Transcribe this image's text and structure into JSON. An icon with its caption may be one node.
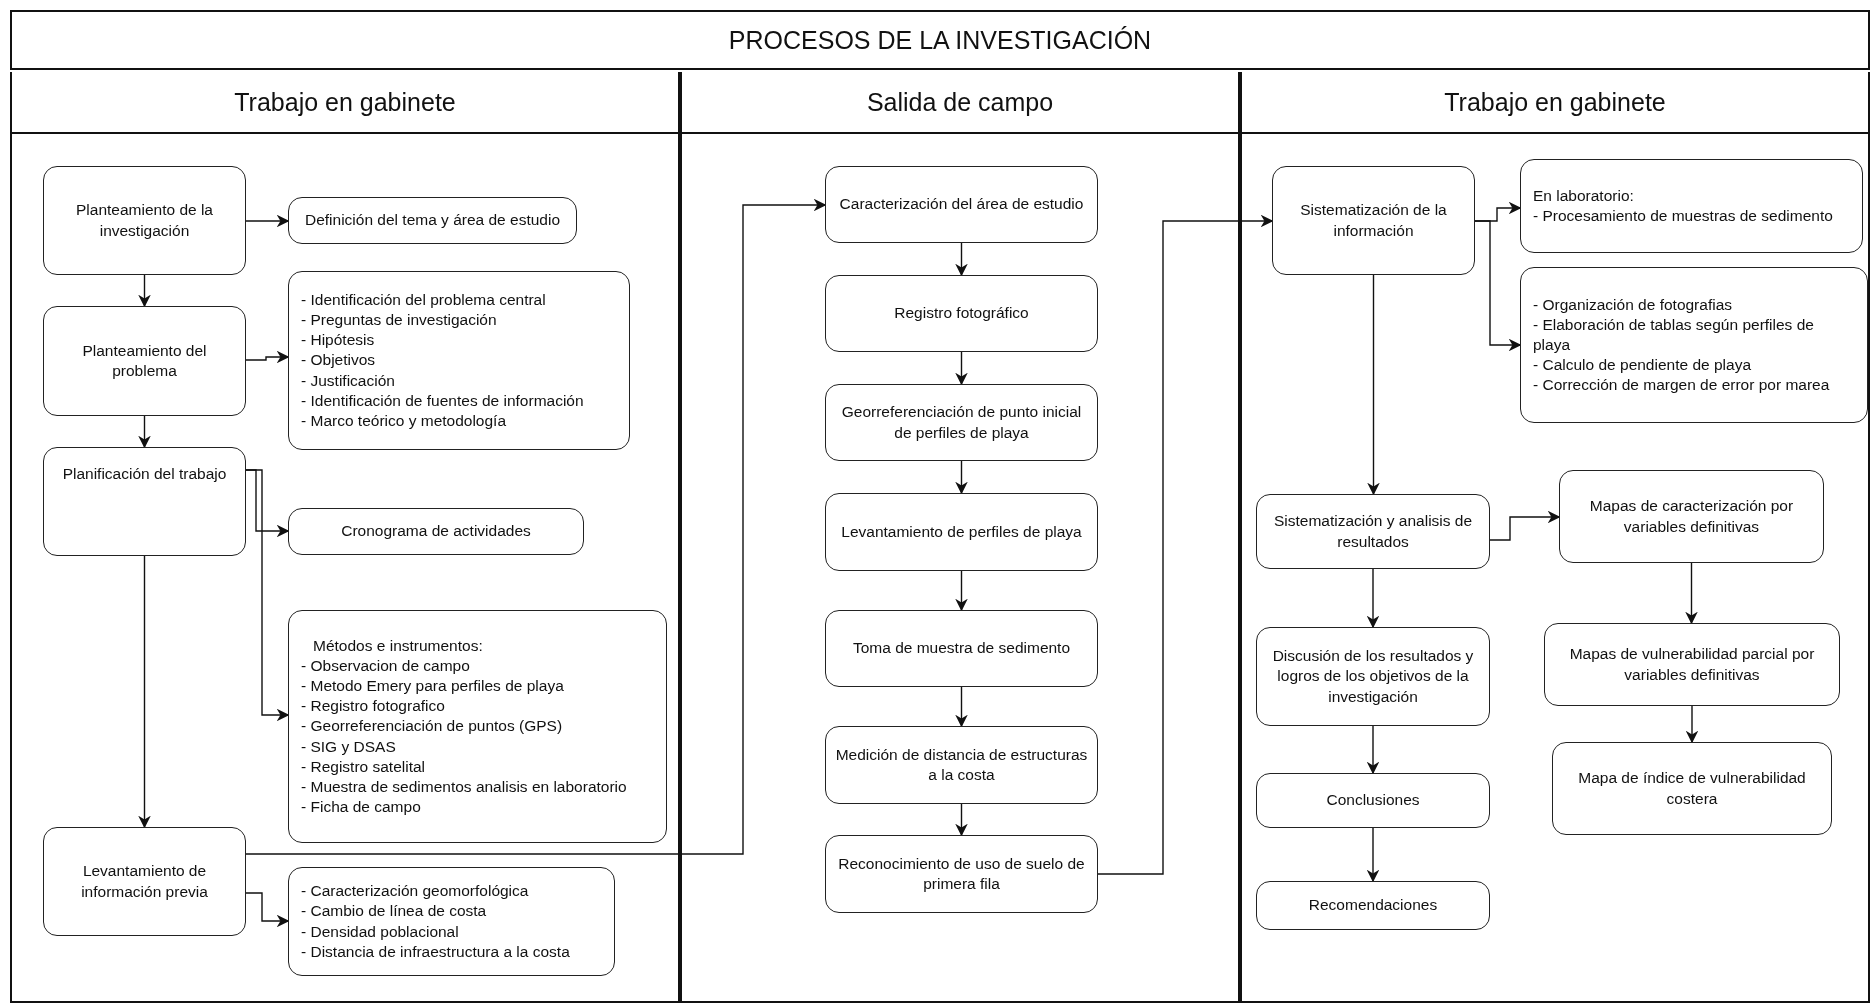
{
  "diagram": {
    "title": "PROCESOS DE LA INVESTIGACIÓN",
    "nodes": [
      {
        "text": [
          "Trabajo en gabinete"
        ]
      },
      {
        "text": [
          "Salida de campo"
        ]
      },
      {
        "text": [
          "Trabajo en gabinete"
        ]
      },
      {
        "text": [
          "Planteamiento de la investigación"
        ],
        "in": 0
      },
      {
        "text": [
          "Definición del tema y área de estudio"
        ],
        "in": 0
      },
      {
        "text": [
          "Planteamiento del problema"
        ],
        "in": 0
      },
      {
        "text": [
          "- Identificación del problema central",
          "- Preguntas de investigación",
          "- Hipótesis",
          "- Objetivos",
          "- Justificación",
          "- Identificación de fuentes de información",
          "- Marco teórico y metodología"
        ],
        "in": 0
      },
      {
        "text": [
          "Planificación del trabajo"
        ],
        "in": 0
      },
      {
        "text": [
          "Cronograma de actividades"
        ],
        "in": 0
      },
      {
        "text": [
          "Métodos e instrumentos:",
          "- Observacion de campo",
          "- Metodo Emery para perfiles de playa",
          "- Registro fotografico",
          "- Georreferenciación de puntos (GPS)",
          "- SIG y DSAS",
          "- Registro satelital",
          "- Muestra de sedimentos analisis en laboratorio",
          "- Ficha de campo"
        ],
        "in": 0
      },
      {
        "text": [
          "Levantamiento de información previa"
        ],
        "in": 0
      },
      {
        "text": [
          "- Caracterización geomorfológica",
          "- Cambio de línea de costa",
          "- Densidad poblacional",
          "- Distancia de infraestructura a la costa"
        ],
        "in": 0
      },
      {
        "text": [
          "Caracterización del área de estudio"
        ],
        "in": 1
      },
      {
        "text": [
          "Registro fotográfico"
        ],
        "in": 1
      },
      {
        "text": [
          "Georreferenciación de punto inicial de perfiles de playa"
        ],
        "in": 1
      },
      {
        "text": [
          "Levantamiento de perfiles de playa"
        ],
        "in": 1
      },
      {
        "text": [
          "Toma de muestra de sedimento"
        ],
        "in": 1
      },
      {
        "text": [
          "Medición de distancia de estructuras a la costa"
        ],
        "in": 1
      },
      {
        "text": [
          "Reconocimiento de uso de suelo de primera fila"
        ],
        "in": 1
      },
      {
        "text": [
          "Sistematización de la información"
        ],
        "in": 2
      },
      {
        "text": [
          "En laboratorio:",
          "- Procesamiento de muestras de sedimento"
        ],
        "in": 2
      },
      {
        "text": [
          "- Organización de fotografias",
          "- Elaboración de tablas según perfiles de playa",
          "- Calculo de pendiente de playa",
          "- Corrección de margen de error por marea"
        ],
        "in": 2
      },
      {
        "text": [
          "Sistematización y analisis de resultados"
        ],
        "in": 2
      },
      {
        "text": [
          "Mapas de caracterización por variables definitivas"
        ],
        "in": 2
      },
      {
        "text": [
          "Discusión de los resultados y logros de los objetivos de la investigación"
        ],
        "in": 2
      },
      {
        "text": [
          "Mapas de vulnerabilidad parcial por variables definitivas"
        ],
        "in": 2
      },
      {
        "text": [
          "Conclusiones"
        ],
        "in": 2
      },
      {
        "text": [
          "Mapa de índice de vulnerabilidad costera"
        ],
        "in": 2
      },
      {
        "text": [
          "Recomendaciones"
        ],
        "in": 2
      }
    ],
    "edges": [
      {
        "from": 3,
        "to": 4,
        "arrow": "to"
      },
      {
        "from": 3,
        "to": 5,
        "arrow": "to"
      },
      {
        "from": 5,
        "to": 6,
        "arrow": "to"
      },
      {
        "from": 5,
        "to": 7,
        "arrow": "to"
      },
      {
        "from": 7,
        "to": 8,
        "arrow": "to"
      },
      {
        "from": 7,
        "to": 9,
        "arrow": "to"
      },
      {
        "from": 7,
        "to": 10,
        "arrow": "to"
      },
      {
        "from": 10,
        "to": 11,
        "arrow": "to"
      },
      {
        "from": 10,
        "to": 12,
        "arrow": "to"
      },
      {
        "from": 12,
        "to": 13,
        "arrow": "to"
      },
      {
        "from": 13,
        "to": 14,
        "arrow": "to"
      },
      {
        "from": 14,
        "to": 15,
        "arrow": "to"
      },
      {
        "from": 15,
        "to": 16,
        "arrow": "to"
      },
      {
        "from": 16,
        "to": 17,
        "arrow": "to"
      },
      {
        "from": 17,
        "to": 18,
        "arrow": "to"
      },
      {
        "from": 18,
        "to": 19,
        "arrow": "to"
      },
      {
        "from": 19,
        "to": 20,
        "arrow": "to"
      },
      {
        "from": 19,
        "to": 21,
        "arrow": "to"
      },
      {
        "from": 19,
        "to": 22,
        "arrow": "to"
      },
      {
        "from": 22,
        "to": 23,
        "arrow": "to"
      },
      {
        "from": 22,
        "to": 24,
        "arrow": "to"
      },
      {
        "from": 24,
        "to": 26,
        "arrow": "to"
      },
      {
        "from": 26,
        "to": 28,
        "arrow": "to"
      },
      {
        "from": 23,
        "to": 25,
        "arrow": "to"
      },
      {
        "from": 25,
        "to": 27,
        "arrow": "to"
      }
    ]
  }
}
